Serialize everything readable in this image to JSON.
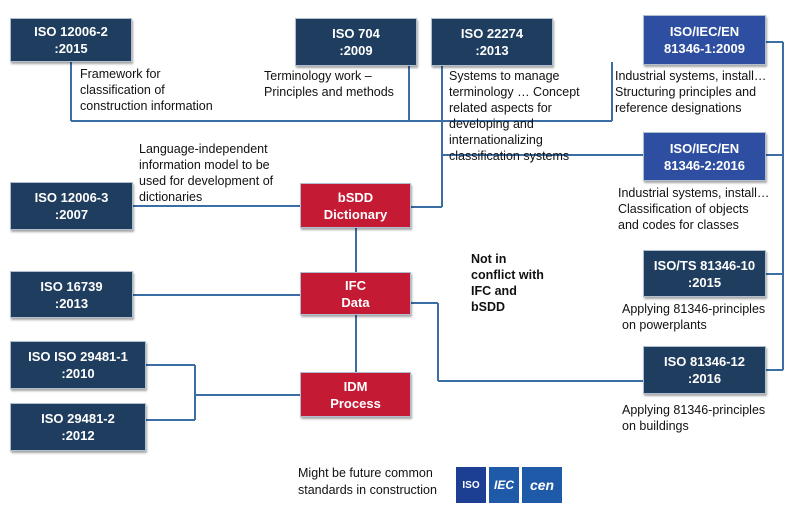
{
  "boxes": {
    "iso12006_2": "ISO 12006-2\n:2015",
    "iso704": "ISO 704\n:2009",
    "iso22274": "ISO 22274\n:2013",
    "iec81346_1": "ISO/IEC/EN\n81346-1:2009",
    "iec81346_2": "ISO/IEC/EN\n81346-2:2016",
    "iso12006_3": "ISO 12006-3\n:2007",
    "bsdd": "bSDD\nDictionary",
    "iso16739": "ISO 16739\n:2013",
    "ifc": "IFC\nData",
    "ts81346_10": "ISO/TS 81346-10\n:2015",
    "iso29481_1": "ISO ISO 29481-1\n:2010",
    "idm": "IDM\nProcess",
    "iso81346_12": "ISO 81346-12\n:2016",
    "iso29481_2": "ISO 29481-2\n:2012"
  },
  "descriptions": {
    "iso12006_2": "Framework for\nclassification of\nconstruction information",
    "iso704": "Terminology work –\nPrinciples and methods",
    "iso22274": "Systems to manage\nterminology … Concept\nrelated aspects for\ndeveloping and\ninternationalizing\nclassification systems",
    "iec81346_1": "Industrial systems, install…\nStructuring principles and\nreference designations",
    "iso12006_3": "Language-independent\ninformation model to be\nused for development of\ndictionaries",
    "iec81346_2": "Industrial systems, install…\nClassification of objects\nand codes for classes",
    "ts81346_10": "Applying 81346-principles\non powerplants",
    "iso81346_12": "Applying 81346-principles\non buildings"
  },
  "note": "Not in\nconflict with\nIFC and\nbSDD",
  "footer": {
    "text": "Might be future common\nstandards in construction",
    "logos": [
      "ISO",
      "IEC",
      "cen"
    ]
  },
  "colors": {
    "navy": "#1f3d5e",
    "blue": "#2e4fa1",
    "red": "#c51a34",
    "line": "#3a6ea5"
  }
}
